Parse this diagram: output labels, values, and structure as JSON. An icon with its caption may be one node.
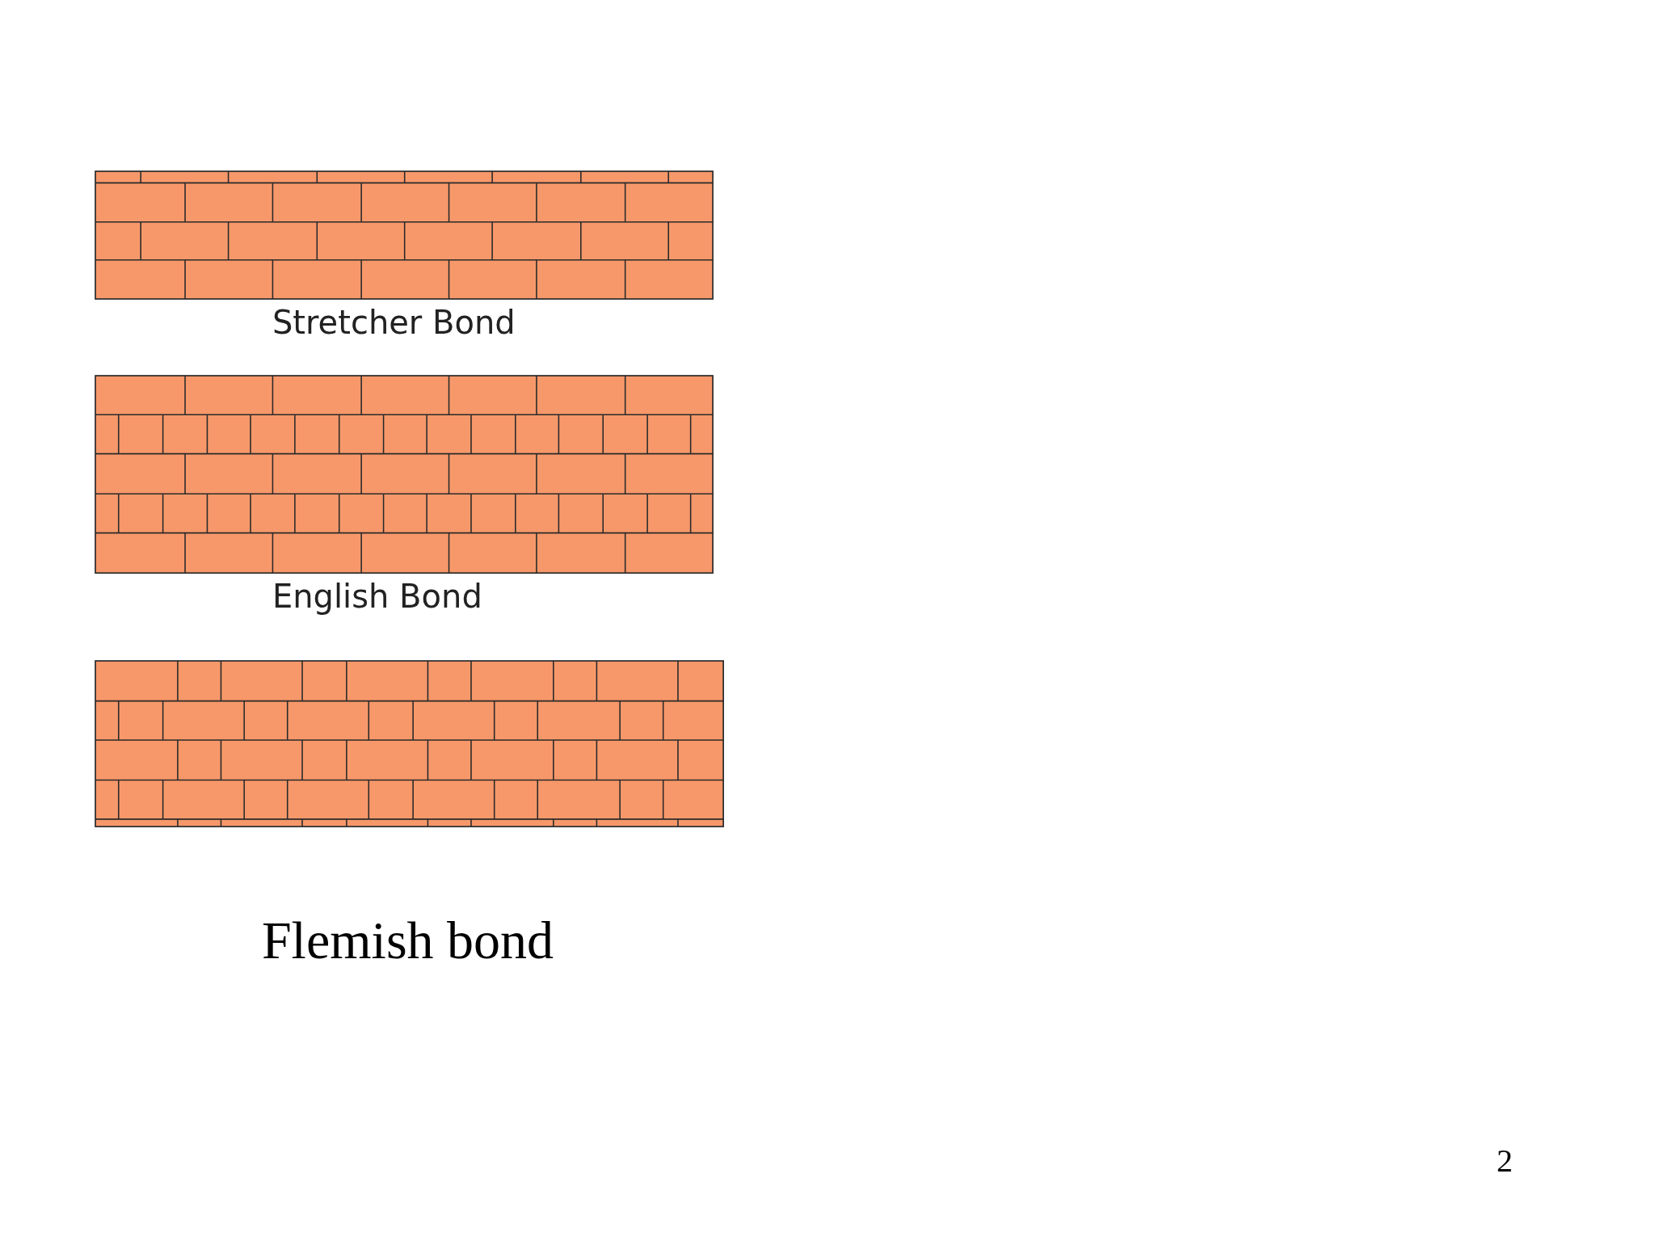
{
  "diagram": {
    "labels": [
      "Stretcher Bond",
      "English Bond",
      "Flemish bond",
      "2"
    ]
  }
}
